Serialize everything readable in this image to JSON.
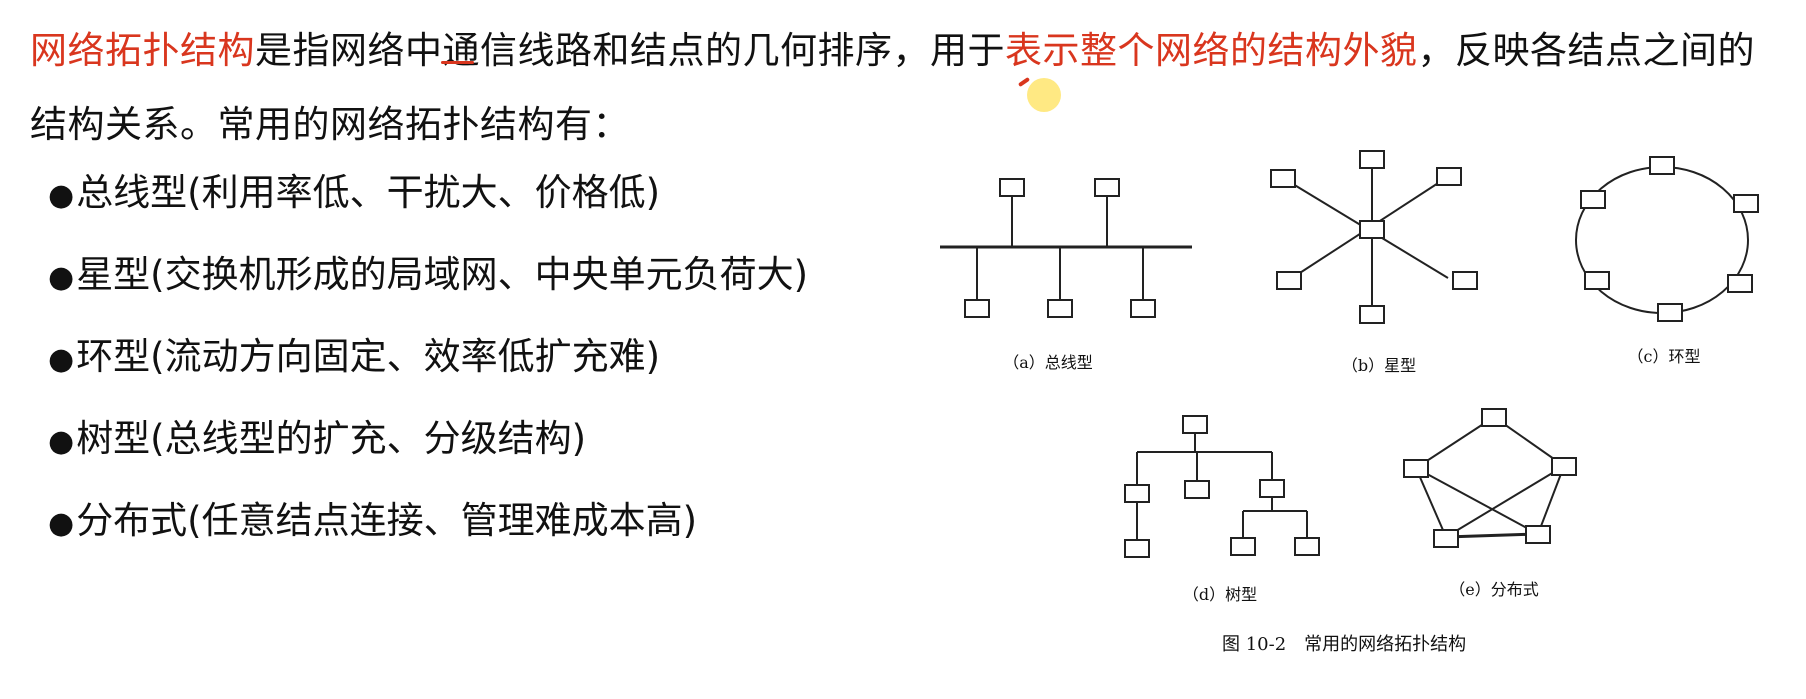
{
  "intro": {
    "part1": "网络拓扑结构",
    "part2": "是指网络中",
    "part3": "通",
    "part4": "信线路和结点的几何排序，用于",
    "part5": "表示整个网络的结构外貌",
    "part6": "，反映各结点之间的结构关系。常用的网络拓扑结构有："
  },
  "bullets": [
    "总线型(利用率低、干扰大、价格低)",
    "星型(交换机形成的局域网、中央单元负荷大)",
    "环型(流动方向固定、效率低扩充难)",
    "树型(总线型的扩充、分级结构)",
    "分布式(任意结点连接、管理难成本高)"
  ],
  "bullet_symbol": "●",
  "figure": {
    "captions": {
      "a": "（a）总线型",
      "b": "（b）星型",
      "c": "（c）环型",
      "d": "（d）树型",
      "e": "（e）分布式"
    },
    "title": "图 10-2　常用的网络拓扑结构"
  },
  "colors": {
    "highlight_text": "#d9361e",
    "text": "#111111"
  }
}
